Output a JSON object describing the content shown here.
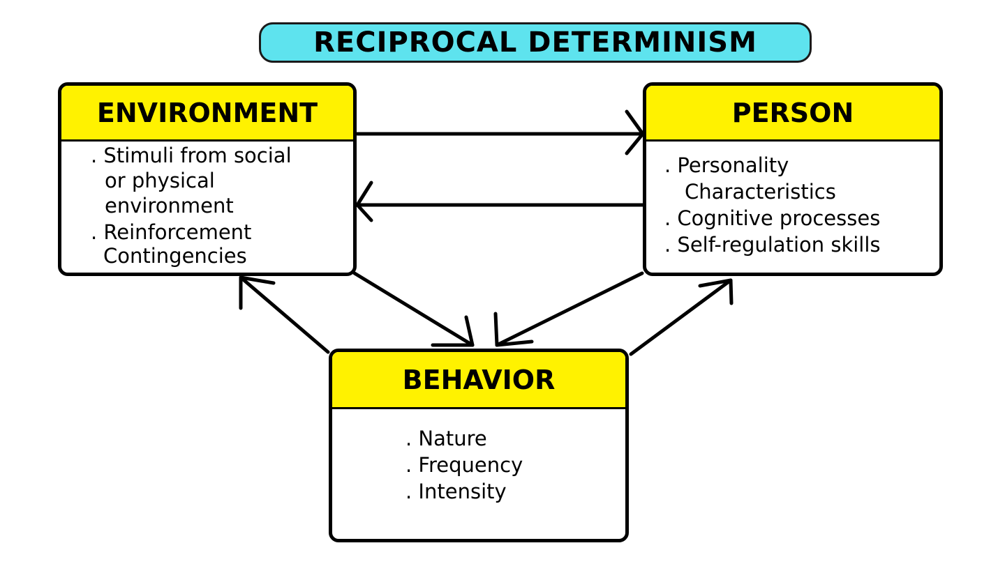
{
  "title": "RECIPROCAL DETERMINISM",
  "colors": {
    "title_fill": "#5ee3ee",
    "header_fill": "#fff200",
    "outline": "#000000"
  },
  "environment": {
    "title": "ENVIRONMENT",
    "items": [
      ". Stimuli from social",
      "or physical",
      "environment",
      ". Reinforcement",
      "Contingencies"
    ]
  },
  "person": {
    "title": "PERSON",
    "items": [
      ". Personality",
      "Characteristics",
      ". Cognitive processes",
      ". Self-regulation skills"
    ]
  },
  "behavior": {
    "title": "BEHAVIOR",
    "items": [
      ". Nature",
      ". Frequency",
      ". Intensity"
    ]
  }
}
